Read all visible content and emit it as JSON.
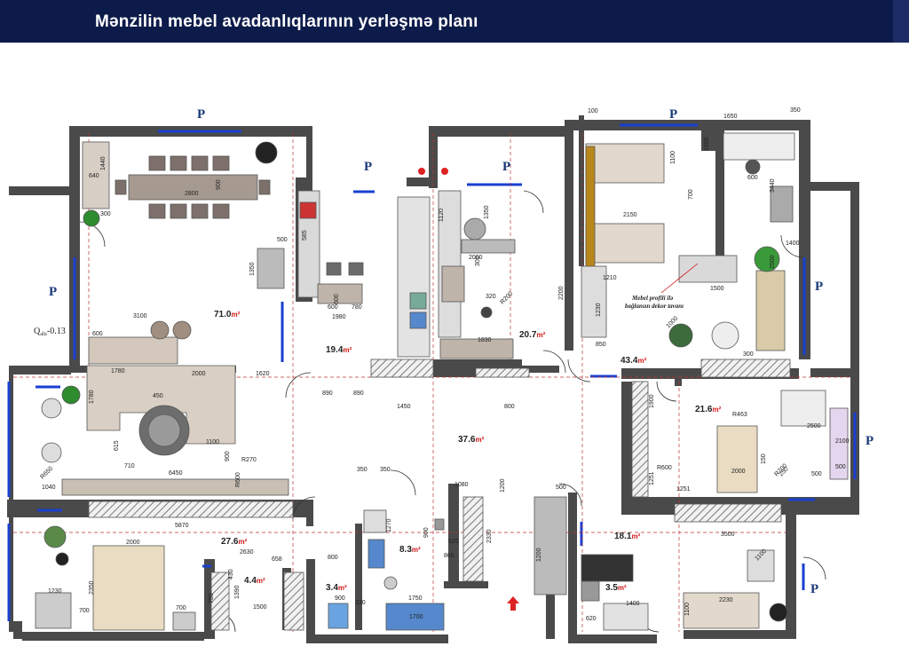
{
  "title": "Mənzilin mebel avadanlıqlarının yerləşmə planı",
  "colors": {
    "wall": "#4a4a4a",
    "window": "#1a3fd0",
    "area_unit": "#d11616",
    "dim_line": "#222222",
    "furniture_fill": "#e6e0d8"
  },
  "parking_labels": [
    "P",
    "P",
    "P",
    "P",
    "P",
    "P",
    "P",
    "P"
  ],
  "level_label": "Q",
  "level_subscript": "altı",
  "level_value": "-0.13",
  "area_unit": "m²",
  "areas": [
    "71.0",
    "19.4",
    "20.7",
    "43.4",
    "21.6",
    "37.6",
    "27.6",
    "18.1",
    "8.3",
    "4.4",
    "3.4",
    "3.5"
  ],
  "note_line1": "Mebel profili ilə",
  "note_line2": "bağlansın dekor tavanı",
  "dimensions": [
    "100",
    "1650",
    "350",
    "2800",
    "640",
    "1440",
    "300",
    "900",
    "3100",
    "600",
    "1780",
    "2000",
    "1100",
    "1620",
    "450",
    "1780",
    "710",
    "615",
    "6450",
    "1040",
    "5870",
    "2000",
    "1230",
    "2350",
    "700",
    "700",
    "2630",
    "658",
    "1390",
    "1500",
    "750",
    "430",
    "800",
    "900",
    "330",
    "1750",
    "1700",
    "350",
    "350",
    "1270",
    "900",
    "520",
    "865",
    "2330",
    "1080",
    "1200",
    "500",
    "3500",
    "1200",
    "620",
    "1400",
    "2230",
    "1100",
    "1980",
    "600",
    "780",
    "500",
    "1350",
    "585",
    "600",
    "890",
    "890",
    "1450",
    "800",
    "1830",
    "300",
    "320",
    "R200",
    "2200",
    "1230",
    "850",
    "1350",
    "2000",
    "1120",
    "1210",
    "1500",
    "2150",
    "1100",
    "700",
    "3440",
    "1900",
    "600",
    "1400",
    "300",
    "2500",
    "1000",
    "R463",
    "2500",
    "2100",
    "500",
    "500",
    "250",
    "R600",
    "1900",
    "1251",
    "1251",
    "150",
    "2000",
    "1100",
    "R700",
    "R650",
    "R600",
    "R270",
    "900",
    "500",
    "1300"
  ]
}
